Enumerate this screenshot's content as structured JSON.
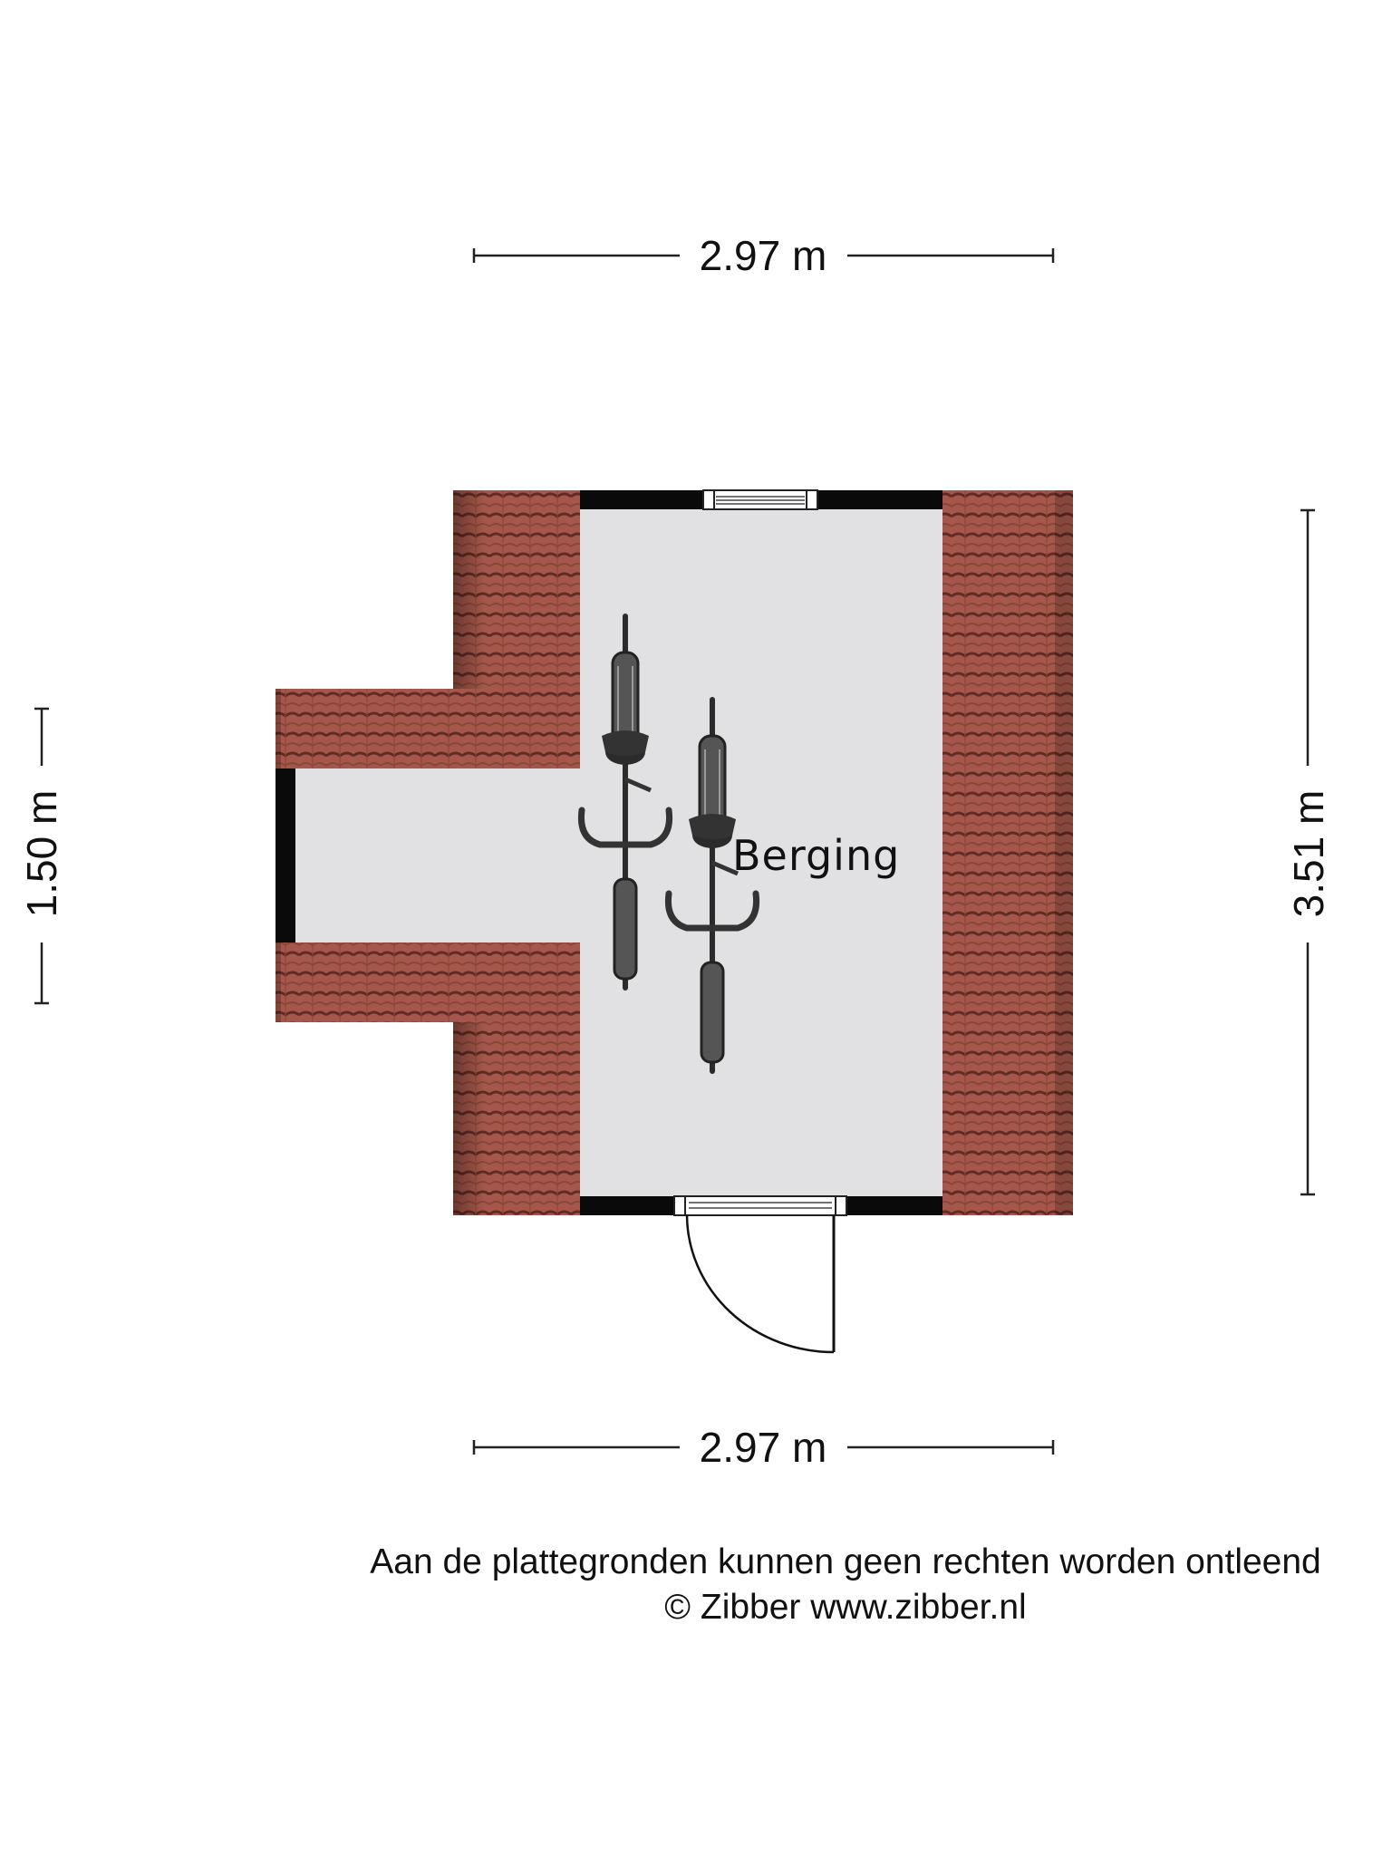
{
  "dimensions": {
    "top_width": "2.97 m",
    "bottom_width": "2.97 m",
    "left_height": "1.50 m",
    "right_height": "3.51 m"
  },
  "room": {
    "label": "Berging"
  },
  "footer": {
    "disclaimer": "Aan de plattegronden kunnen geen rechten worden ontleend",
    "copyright": "© Zibber www.zibber.nl"
  },
  "colors": {
    "roof_tile": "#a4574a",
    "roof_tile_dark": "#6e3328",
    "floor": "#e1e1e3",
    "wall": "#0a0a0a"
  },
  "icons": [
    "bicycle-icon",
    "door-swing-icon",
    "window-icon"
  ]
}
